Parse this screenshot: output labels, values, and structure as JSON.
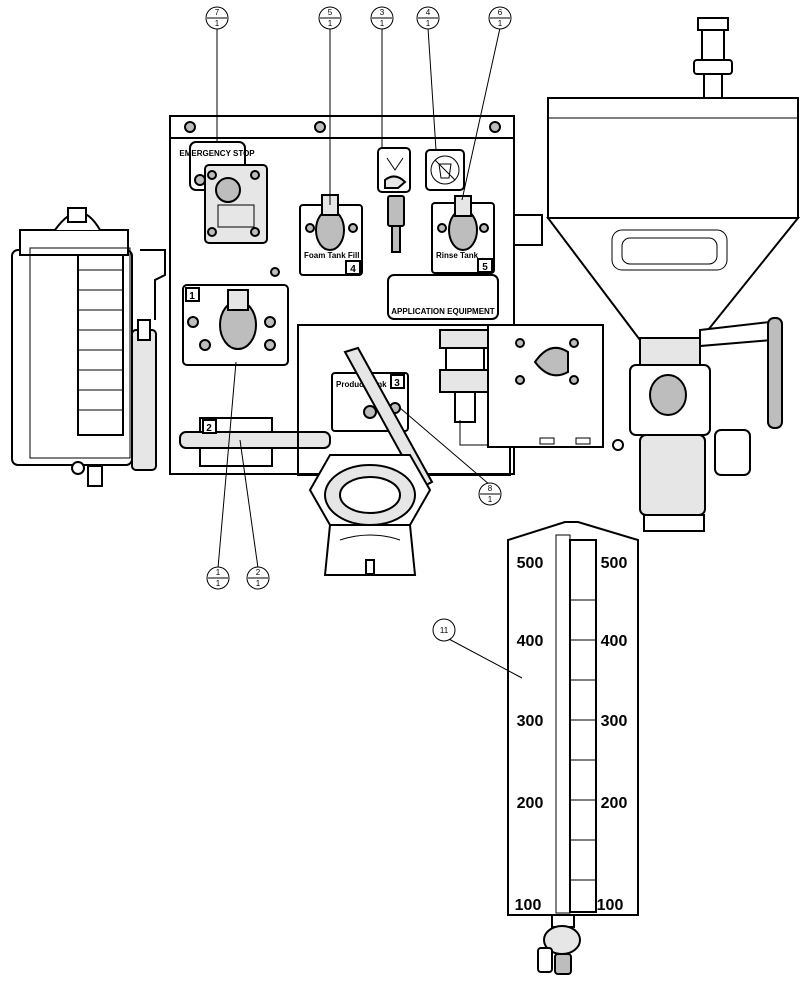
{
  "diagram": {
    "callouts": [
      {
        "num": "7",
        "sub": "1"
      },
      {
        "num": "5",
        "sub": "1"
      },
      {
        "num": "3",
        "sub": "1"
      },
      {
        "num": "4",
        "sub": "1"
      },
      {
        "num": "6",
        "sub": "1"
      },
      {
        "num": "8",
        "sub": "1"
      },
      {
        "num": "1",
        "sub": "1"
      },
      {
        "num": "2",
        "sub": "1"
      },
      {
        "num": "11",
        "sub": ""
      }
    ],
    "panel": {
      "emergency_stop": "EMERGENCY STOP",
      "application_equipment": "APPLICATION EQUIPMENT",
      "foam_tank_label": "Foam Tank Fill",
      "rinse_label": "Rinse Tank",
      "product_tank_label": "Product Tank",
      "valve_numbers": [
        "1",
        "2",
        "3",
        "4",
        "5"
      ]
    },
    "gauge": {
      "left_ticks": [
        "500",
        "400",
        "300",
        "200",
        "100"
      ],
      "right_ticks": [
        "500",
        "400",
        "300",
        "200",
        "100"
      ]
    }
  }
}
